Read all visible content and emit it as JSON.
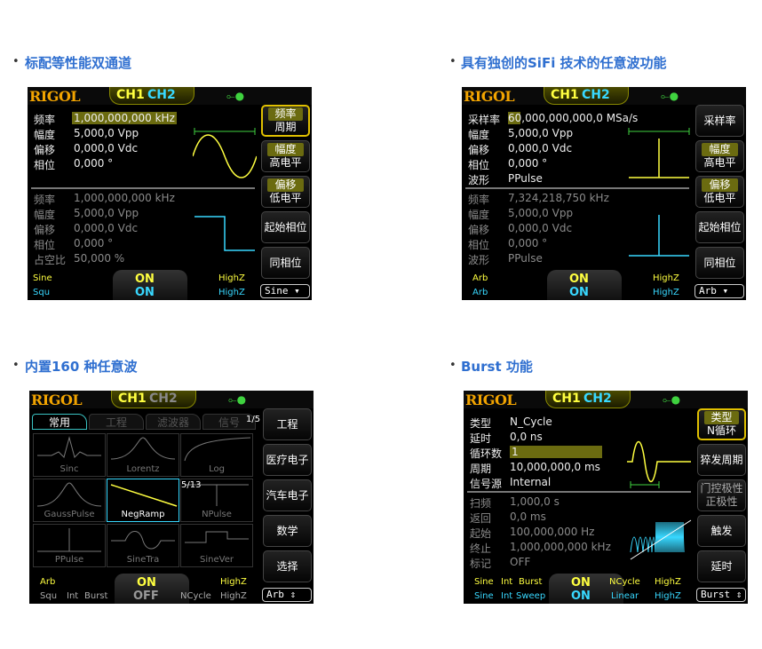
{
  "sections": [
    {
      "bullet": "•",
      "title": "标配等性能双通道"
    },
    {
      "bullet": "•",
      "title": "具有独创的SiFi 技术的任意波功能"
    },
    {
      "bullet": "•",
      "title": "内置160 种任意波"
    },
    {
      "bullet": "•",
      "title": "Burst 功能"
    }
  ],
  "common": {
    "logo": "RIGOL",
    "ch1": "CH1",
    "ch2": "CH2",
    "usb_icon": "usb-icon"
  },
  "screen1": {
    "ch1": [
      {
        "label": "频率",
        "value": "1,000,000,000 kHz"
      },
      {
        "label": "幅度",
        "value": "5,000,0 Vpp"
      },
      {
        "label": "偏移",
        "value": "0,000,0 Vdc"
      },
      {
        "label": "相位",
        "value": "0,000 °"
      }
    ],
    "ch2": [
      {
        "label": "频率",
        "value": "1,000,000,000 kHz"
      },
      {
        "label": "幅度",
        "value": "5,000,0 Vpp"
      },
      {
        "label": "偏移",
        "value": "0,000,0 Vdc"
      },
      {
        "label": "相位",
        "value": "0,000 °"
      },
      {
        "label": "占空比",
        "value": "50,000 %"
      }
    ],
    "softkeys": [
      {
        "top": "频率",
        "bottom": "周期"
      },
      {
        "top": "幅度",
        "bottom": "高电平"
      },
      {
        "top": "偏移",
        "bottom": "低电平"
      },
      {
        "top": "",
        "bottom": "起始相位"
      },
      {
        "top": "",
        "bottom": "同相位"
      }
    ],
    "status": {
      "wave1": "Sine",
      "wave2": "Squ",
      "on1": "ON",
      "on2": "ON",
      "z1": "HighZ",
      "z2": "HighZ"
    },
    "select": "Sine"
  },
  "screen2": {
    "ch1": [
      {
        "label": "采样率",
        "value": "60,000,000,000,0 MSa/s"
      },
      {
        "label": "幅度",
        "value": "5,000,0 Vpp"
      },
      {
        "label": "偏移",
        "value": "0,000,0 Vdc"
      },
      {
        "label": "相位",
        "value": "0,000 °"
      },
      {
        "label": "波形",
        "value": "PPulse"
      }
    ],
    "ch2": [
      {
        "label": "频率",
        "value": "7,324,218,750 kHz"
      },
      {
        "label": "幅度",
        "value": "5,000,0 Vpp"
      },
      {
        "label": "偏移",
        "value": "0,000,0 Vdc"
      },
      {
        "label": "相位",
        "value": "0,000 °"
      },
      {
        "label": "波形",
        "value": "PPulse"
      }
    ],
    "softkeys": [
      {
        "top": "",
        "bottom": "采样率"
      },
      {
        "top": "幅度",
        "bottom": "高电平"
      },
      {
        "top": "偏移",
        "bottom": "低电平"
      },
      {
        "top": "",
        "bottom": "起始相位"
      },
      {
        "top": "",
        "bottom": "同相位"
      }
    ],
    "status": {
      "wave1": "Arb",
      "wave2": "Arb",
      "on1": "ON",
      "on2": "ON",
      "z1": "HighZ",
      "z2": "HighZ"
    },
    "select": "Arb"
  },
  "screen3": {
    "tabs": [
      "常用",
      "工程",
      "滤波器",
      "信号"
    ],
    "page": "1/5",
    "cells": [
      "Sinc",
      "Lorentz",
      "Log",
      "GaussPulse",
      "NegRamp",
      "NPulse",
      "PPulse",
      "SineTra",
      "SineVer"
    ],
    "cell_index": "5/13",
    "softkeys": [
      "工程",
      "医疗电子",
      "汽车电子",
      "数学",
      "选择"
    ],
    "status": {
      "wave1": "Arb",
      "wave2": "Squ",
      "mod2a": "Int",
      "mod2b": "Burst",
      "on1": "ON",
      "on2": "OFF",
      "ncycle": "NCycle",
      "z1": "HighZ",
      "z2": "HighZ"
    },
    "select": "Arb"
  },
  "screen4": {
    "ch1": [
      {
        "label": "类型",
        "value": "N_Cycle"
      },
      {
        "label": "延时",
        "value": "0,0 ns"
      },
      {
        "label": "循环数",
        "value": "1"
      },
      {
        "label": "周期",
        "value": "10,000,000,0 ms"
      },
      {
        "label": "信号源",
        "value": "Internal"
      }
    ],
    "ch2": [
      {
        "label": "扫频",
        "value": "1,000,0 s"
      },
      {
        "label": "返回",
        "value": "0,0 ms"
      },
      {
        "label": "起始",
        "value": "100,000,000 Hz"
      },
      {
        "label": "终止",
        "value": "1,000,000,000 kHz"
      },
      {
        "label": "标记",
        "value": "OFF"
      }
    ],
    "softkeys": [
      {
        "top": "类型",
        "bottom": "N循环"
      },
      {
        "top": "",
        "bottom": "猝发周期"
      },
      {
        "top": "门控极性",
        "bottom": "正极性"
      },
      {
        "top": "",
        "bottom": "触发"
      },
      {
        "top": "",
        "bottom": "延时"
      }
    ],
    "status": {
      "wave1": "Sine",
      "wave2": "Sine",
      "int1": "Int",
      "int2": "Int",
      "mod1": "Burst",
      "mod2": "Sweep",
      "on1": "ON",
      "on2": "ON",
      "ncycle": "NCycle",
      "linear": "Linear",
      "z1": "HighZ",
      "z2": "HighZ"
    },
    "select": "Burst"
  },
  "colors": {
    "heading": "#2f6fd0",
    "ch1": "#ffff40",
    "ch2": "#38d8ff",
    "logo": "#f2a400",
    "highlight": "#6b6b10"
  }
}
